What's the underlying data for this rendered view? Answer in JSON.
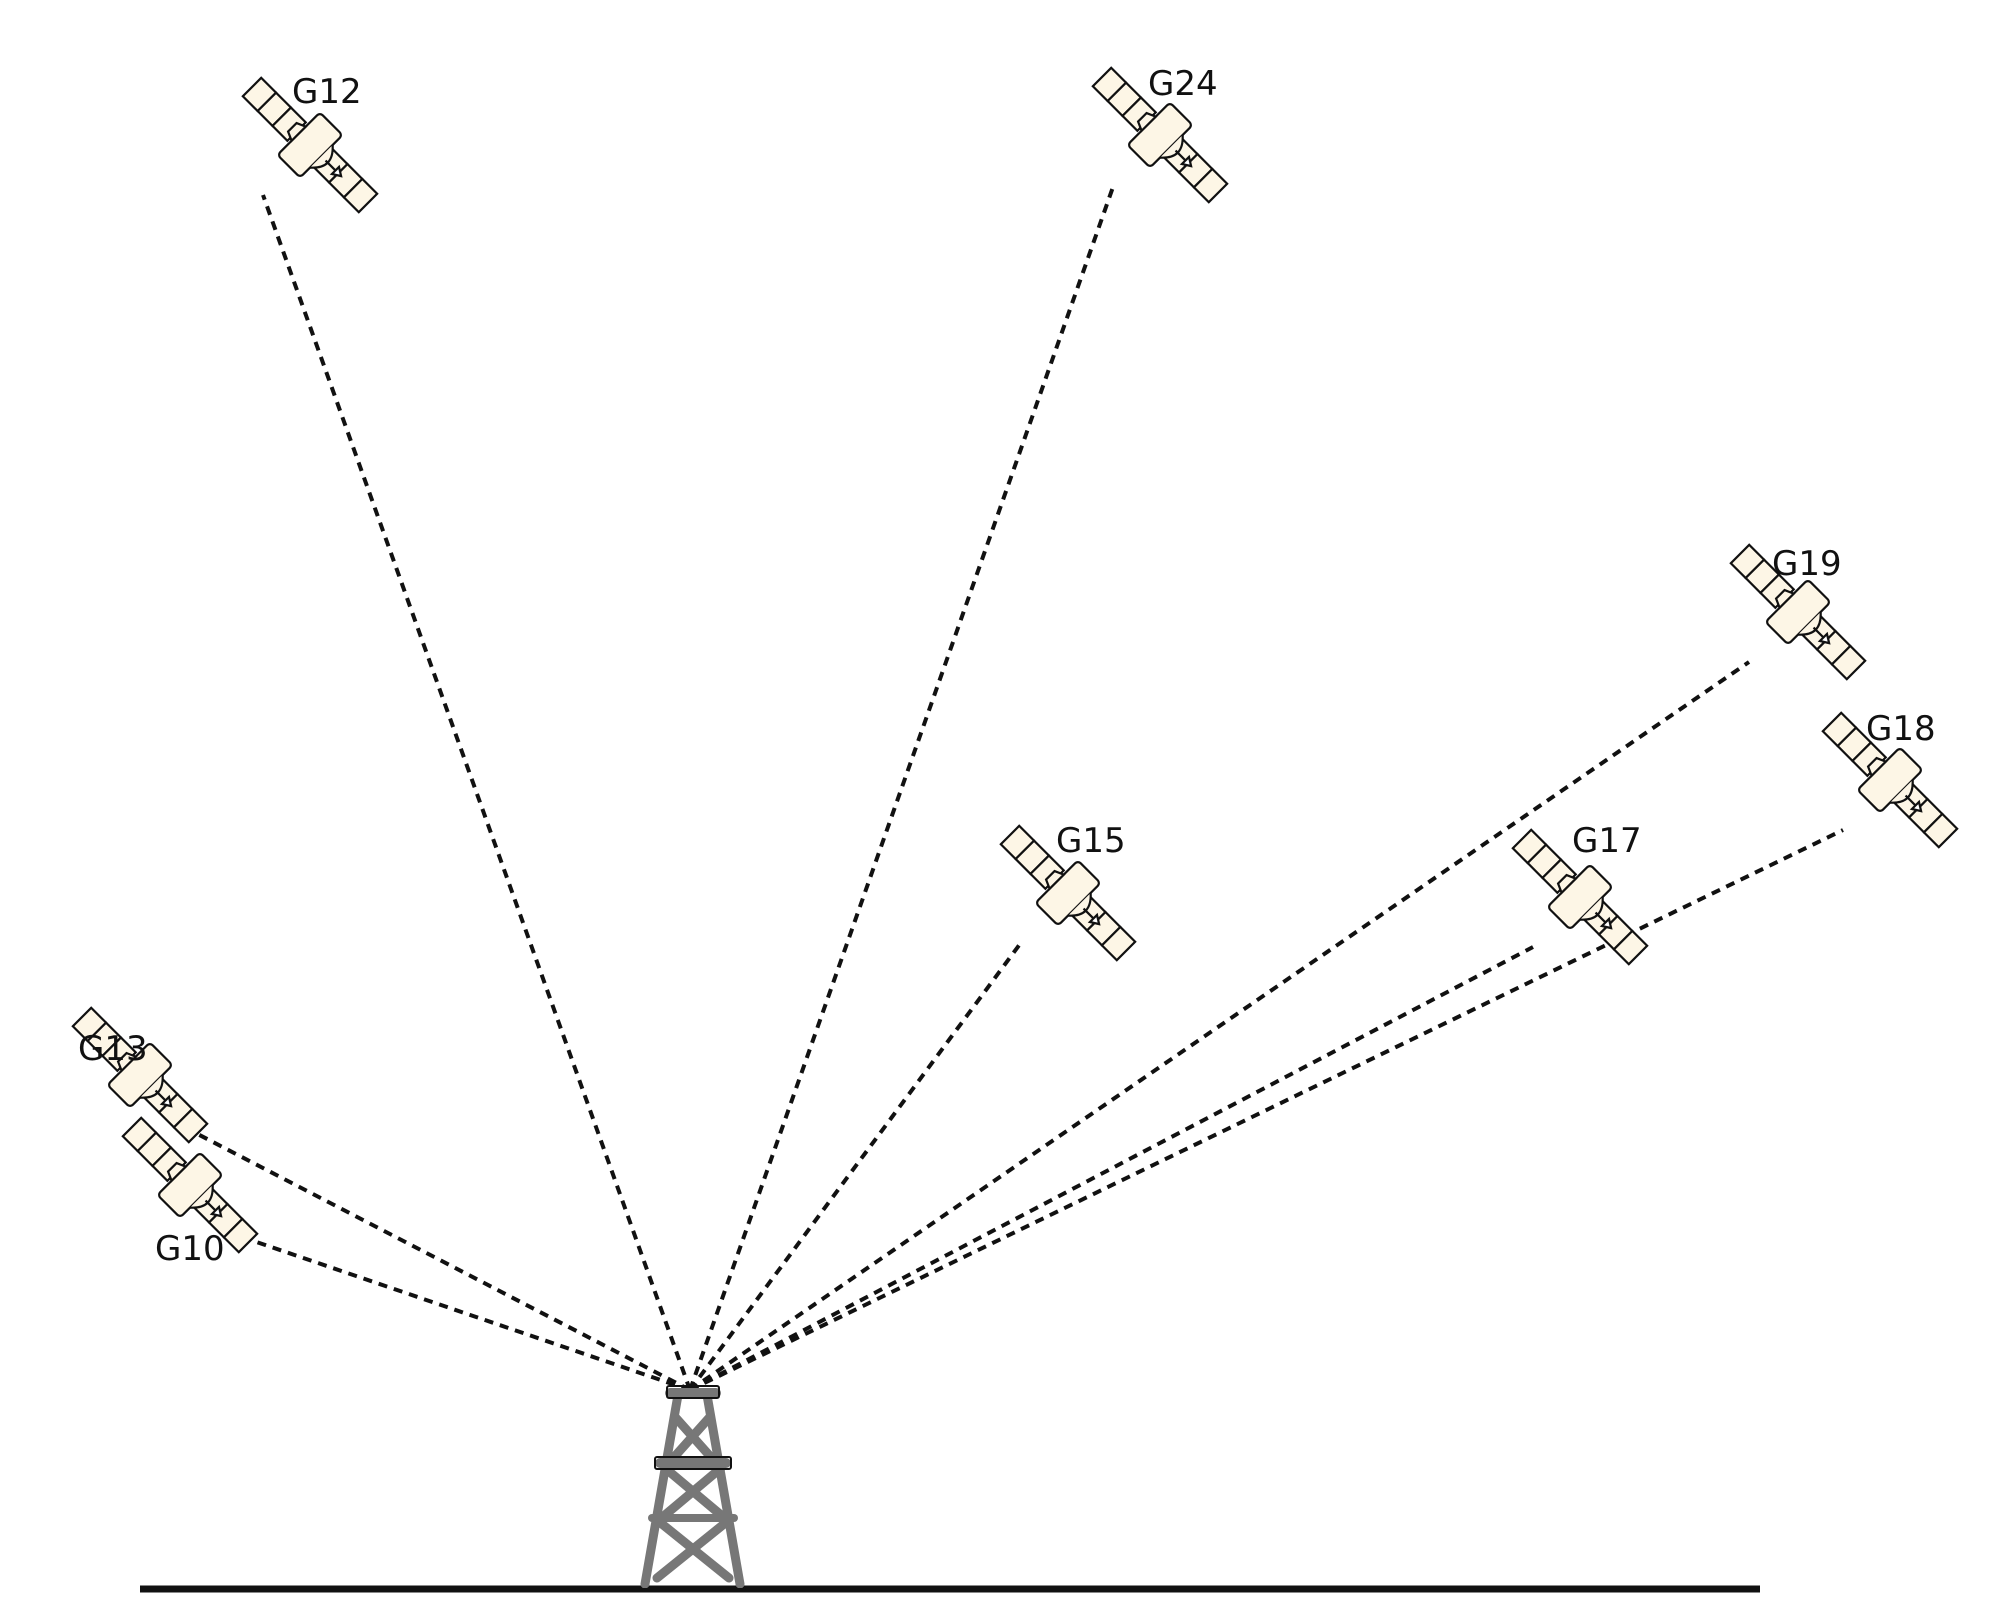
{
  "satellites": [
    {
      "id": "G12",
      "label": "G12"
    },
    {
      "id": "G24",
      "label": "G24"
    },
    {
      "id": "G19",
      "label": "G19"
    },
    {
      "id": "G18",
      "label": "G18"
    },
    {
      "id": "G15",
      "label": "G15"
    },
    {
      "id": "G17",
      "label": "G17"
    },
    {
      "id": "G13",
      "label": "G13"
    },
    {
      "id": "G10",
      "label": "G10"
    }
  ],
  "colors": {
    "satellite_fill": "#fdf6e6",
    "outline": "#111111",
    "tower": "#777777",
    "ground": "#111111",
    "background": "#ffffff"
  }
}
